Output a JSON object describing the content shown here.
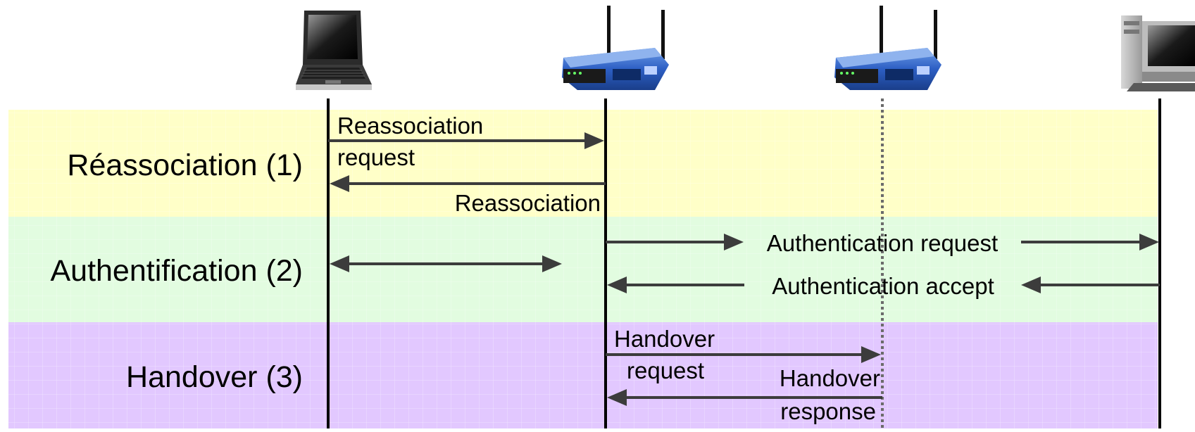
{
  "colors": {
    "phase1_bg": "#ffffc8",
    "phase2_bg": "#e2fce0",
    "phase3_bg": "#e2c8ff",
    "arrow": "#3c3c3c",
    "lifeline": "#000000",
    "dotted_lifeline": "#6b6b6b"
  },
  "entities": [
    {
      "icon": "laptop-icon"
    },
    {
      "icon": "wireless-router-icon"
    },
    {
      "icon": "wireless-router-icon"
    },
    {
      "icon": "desktop-computer-icon"
    }
  ],
  "phases": [
    {
      "label": "Réassociation (1)"
    },
    {
      "label": "Authentification (2)"
    },
    {
      "label": "Handover (3)"
    }
  ],
  "messages": {
    "reassoc_request": {
      "line1": "Reassociation",
      "line2": "request"
    },
    "reassoc_response": {
      "line1": "Reassociation"
    },
    "auth_request": {
      "line1": "Authentication request"
    },
    "auth_accept": {
      "line1": "Authentication accept"
    },
    "handover_request": {
      "line1": "Handover",
      "line2": "request"
    },
    "handover_response": {
      "line1": "Handover",
      "line2": "response"
    }
  }
}
